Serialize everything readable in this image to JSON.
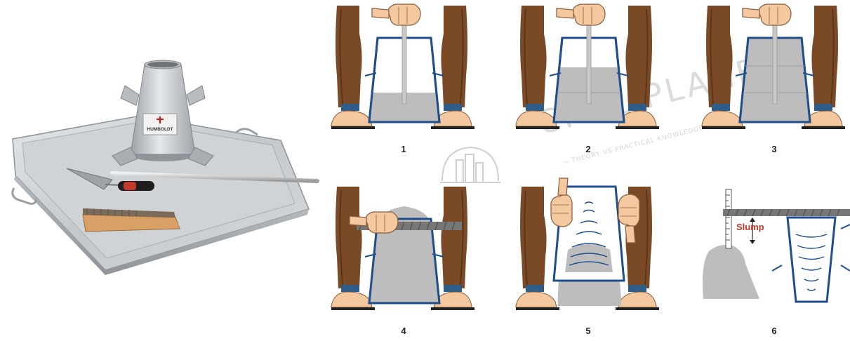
{
  "photo": {
    "brand": "HUMBOLDT",
    "items": [
      "slump-cone",
      "base-pan",
      "tamping-rod",
      "trowel",
      "wire-brush"
    ]
  },
  "steps": [
    {
      "number": "1"
    },
    {
      "number": "2"
    },
    {
      "number": "3"
    },
    {
      "number": "4"
    },
    {
      "number": "5"
    },
    {
      "number": "6"
    }
  ],
  "measure_label": "Slump",
  "watermark": {
    "title": "CIVIL PLANETS",
    "tagline": "— THEORY VS PRACTICAL KNOWLEDGE —"
  },
  "colors": {
    "cone_outline": "#1f4e8c",
    "concrete": "#bdbdbd",
    "trouser": "#7a4a26",
    "skin": "#f5c9a0",
    "rod": "#c9c9c9",
    "slump_text": "#c0392b",
    "metal": "#c8ccd0"
  }
}
